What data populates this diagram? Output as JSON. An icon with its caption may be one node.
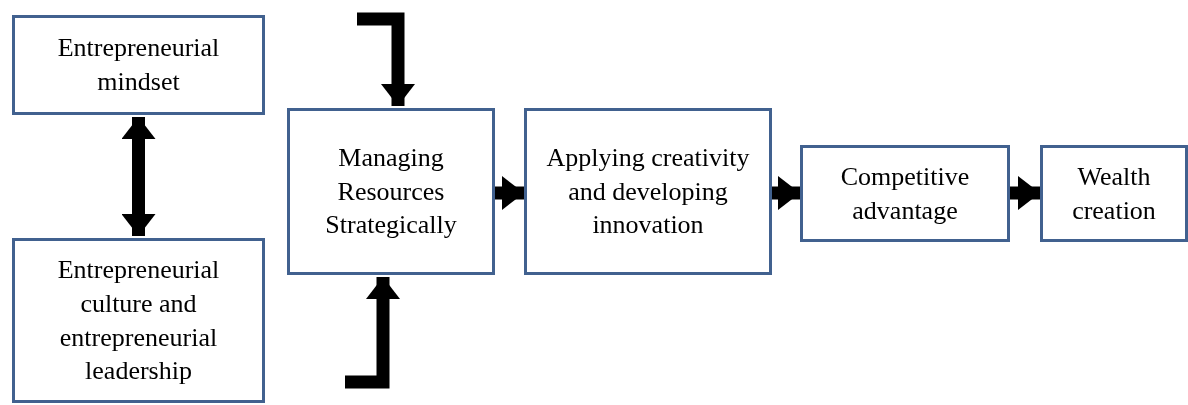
{
  "diagram": {
    "nodes": [
      {
        "text": [
          "Entrepreneurial mindset"
        ]
      },
      {
        "text": [
          "Entrepreneurial culture and entrepreneurial leadership"
        ]
      },
      {
        "text": [
          "Managing Resources Strategically"
        ]
      },
      {
        "text": [
          "Applying creativity and developing innovation"
        ]
      },
      {
        "text": [
          "Competitive advantage"
        ]
      },
      {
        "text": [
          "Wealth creation"
        ]
      }
    ],
    "edges": [
      {
        "from": 0,
        "to": 1,
        "arrow": "both"
      },
      {
        "from": null,
        "to": 2,
        "arrow": "to"
      },
      {
        "from": null,
        "to": 2,
        "arrow": "to"
      },
      {
        "from": 2,
        "to": 3,
        "arrow": "to"
      },
      {
        "from": 3,
        "to": 4,
        "arrow": "to"
      },
      {
        "from": 4,
        "to": 5,
        "arrow": "to"
      }
    ]
  }
}
